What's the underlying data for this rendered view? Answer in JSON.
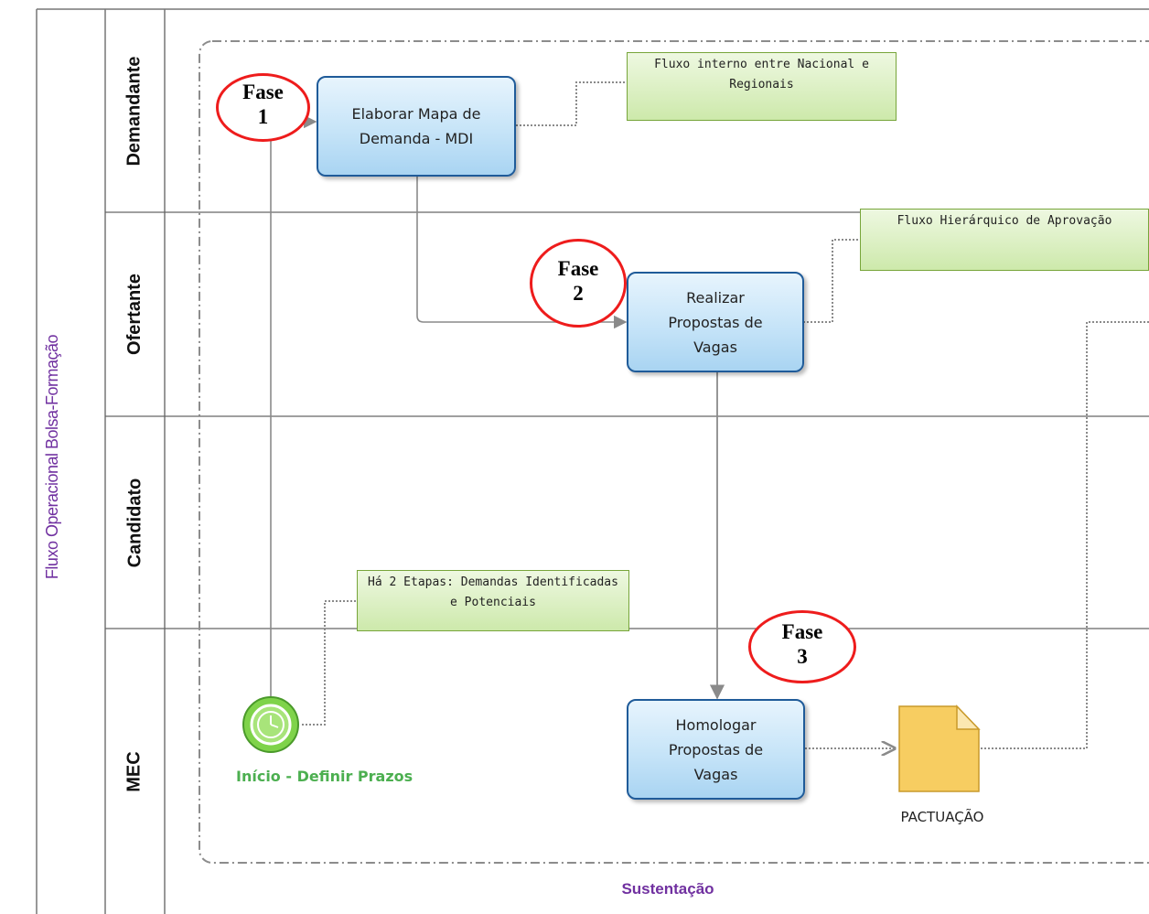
{
  "pool": {
    "label": "Fluxo Operacional Bolsa-Formação"
  },
  "lanes": [
    {
      "label": "Demandante"
    },
    {
      "label": "Ofertante"
    },
    {
      "label": "Candidato"
    },
    {
      "label": "MEC"
    }
  ],
  "group": {
    "label": "Sustentação"
  },
  "tasks": {
    "mapa": "Elaborar Mapa de Demanda - MDI",
    "propostas": "Realizar Propostas de Vagas",
    "homologar": "Homologar Propostas de Vagas"
  },
  "annotations": {
    "interno": "Fluxo interno entre Nacional e Regionais",
    "hierarquico": "Fluxo Hierárquico de Aprovação",
    "etapas": "Há 2 Etapas: Demandas Identificadas e Potenciais"
  },
  "phases": [
    {
      "word": "Fase",
      "num": "1"
    },
    {
      "word": "Fase",
      "num": "2"
    },
    {
      "word": "Fase",
      "num": "3"
    }
  ],
  "start_event": {
    "label": "Início - Definir Prazos",
    "icon": "timer-icon"
  },
  "document": {
    "label": "PACTUAÇÃO",
    "icon": "document-icon"
  },
  "colors": {
    "task_border": "#1f5b99",
    "note_border": "#77a53a",
    "phase_ring": "#ee1c1c",
    "start_event": "#7fd34a",
    "document": "#f5c24e",
    "pool_label": "#7030a0"
  }
}
